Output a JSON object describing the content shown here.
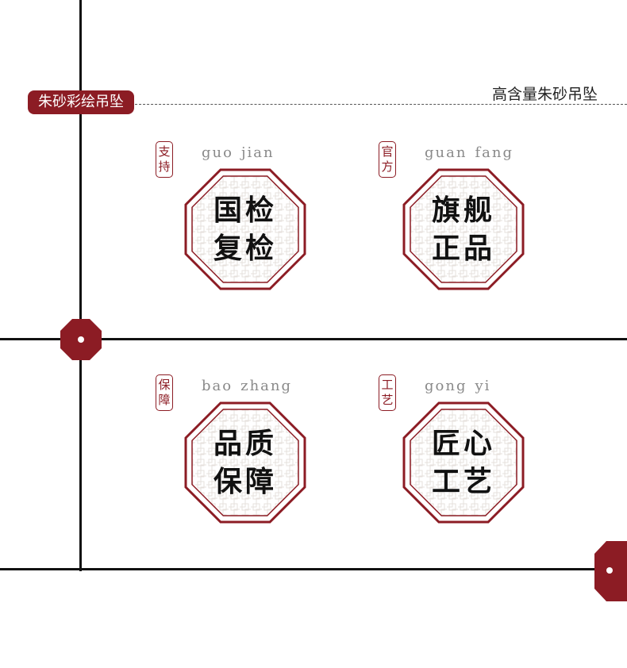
{
  "header": {
    "tag_label": "朱砂彩绘吊坠",
    "subtitle": "高含量朱砂吊坠"
  },
  "colors": {
    "accent": "#8c1c24",
    "line": "#111111",
    "pinyin": "#8a8a8a"
  },
  "features": [
    {
      "seal": [
        "支",
        "持"
      ],
      "pinyin": [
        "guo",
        "jian"
      ],
      "lines": [
        "国检",
        "复检"
      ]
    },
    {
      "seal": [
        "官",
        "方"
      ],
      "pinyin": [
        "guan",
        "fang"
      ],
      "lines": [
        "旗舰",
        "正品"
      ]
    },
    {
      "seal": [
        "保",
        "障"
      ],
      "pinyin": [
        "bao",
        "zhang"
      ],
      "lines": [
        "品质",
        "保障"
      ]
    },
    {
      "seal": [
        "工",
        "艺"
      ],
      "pinyin": [
        "gong",
        "yi"
      ],
      "lines": [
        "匠心",
        "工艺"
      ]
    }
  ]
}
